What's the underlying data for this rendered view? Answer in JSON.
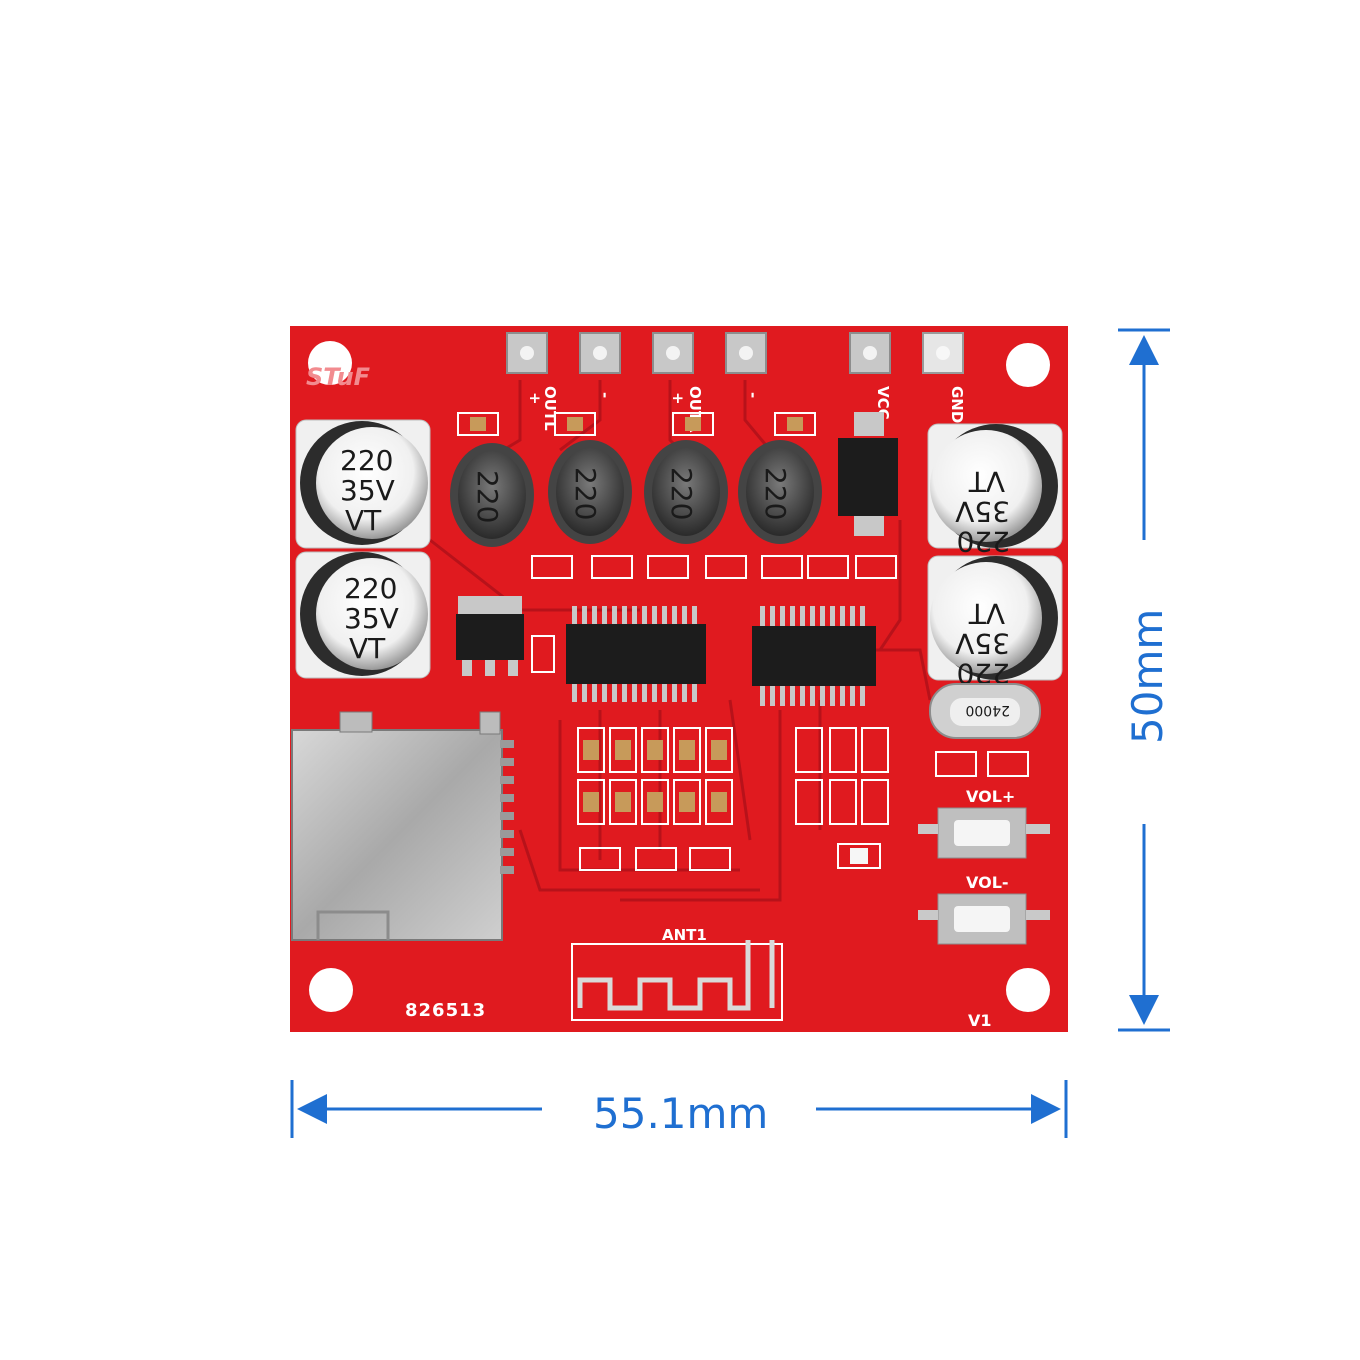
{
  "colors": {
    "pcb": "#e01a1f",
    "pcb_dark": "#b3121a",
    "silk": "#ffffff",
    "pad": "#c9c9c9",
    "dimension": "#1f6fd1",
    "background": "#ffffff"
  },
  "board": {
    "watermark": "STuF",
    "board_id": "826513",
    "version": "V1",
    "antenna_label": "ANT1"
  },
  "pins": {
    "outl": "OUTL",
    "outr": "OUTR",
    "vcc": "VCC",
    "gnd": "GND",
    "plus": "+",
    "minus": "-"
  },
  "buttons": {
    "vol_up": "VOL+",
    "vol_down": "VOL-"
  },
  "capacitor": {
    "line1": "220",
    "line2": "35V",
    "line3": "VT"
  },
  "inductor_marking": "220",
  "crystal_marking": "24000",
  "dimensions": {
    "width": "55.1mm",
    "height": "50mm"
  }
}
